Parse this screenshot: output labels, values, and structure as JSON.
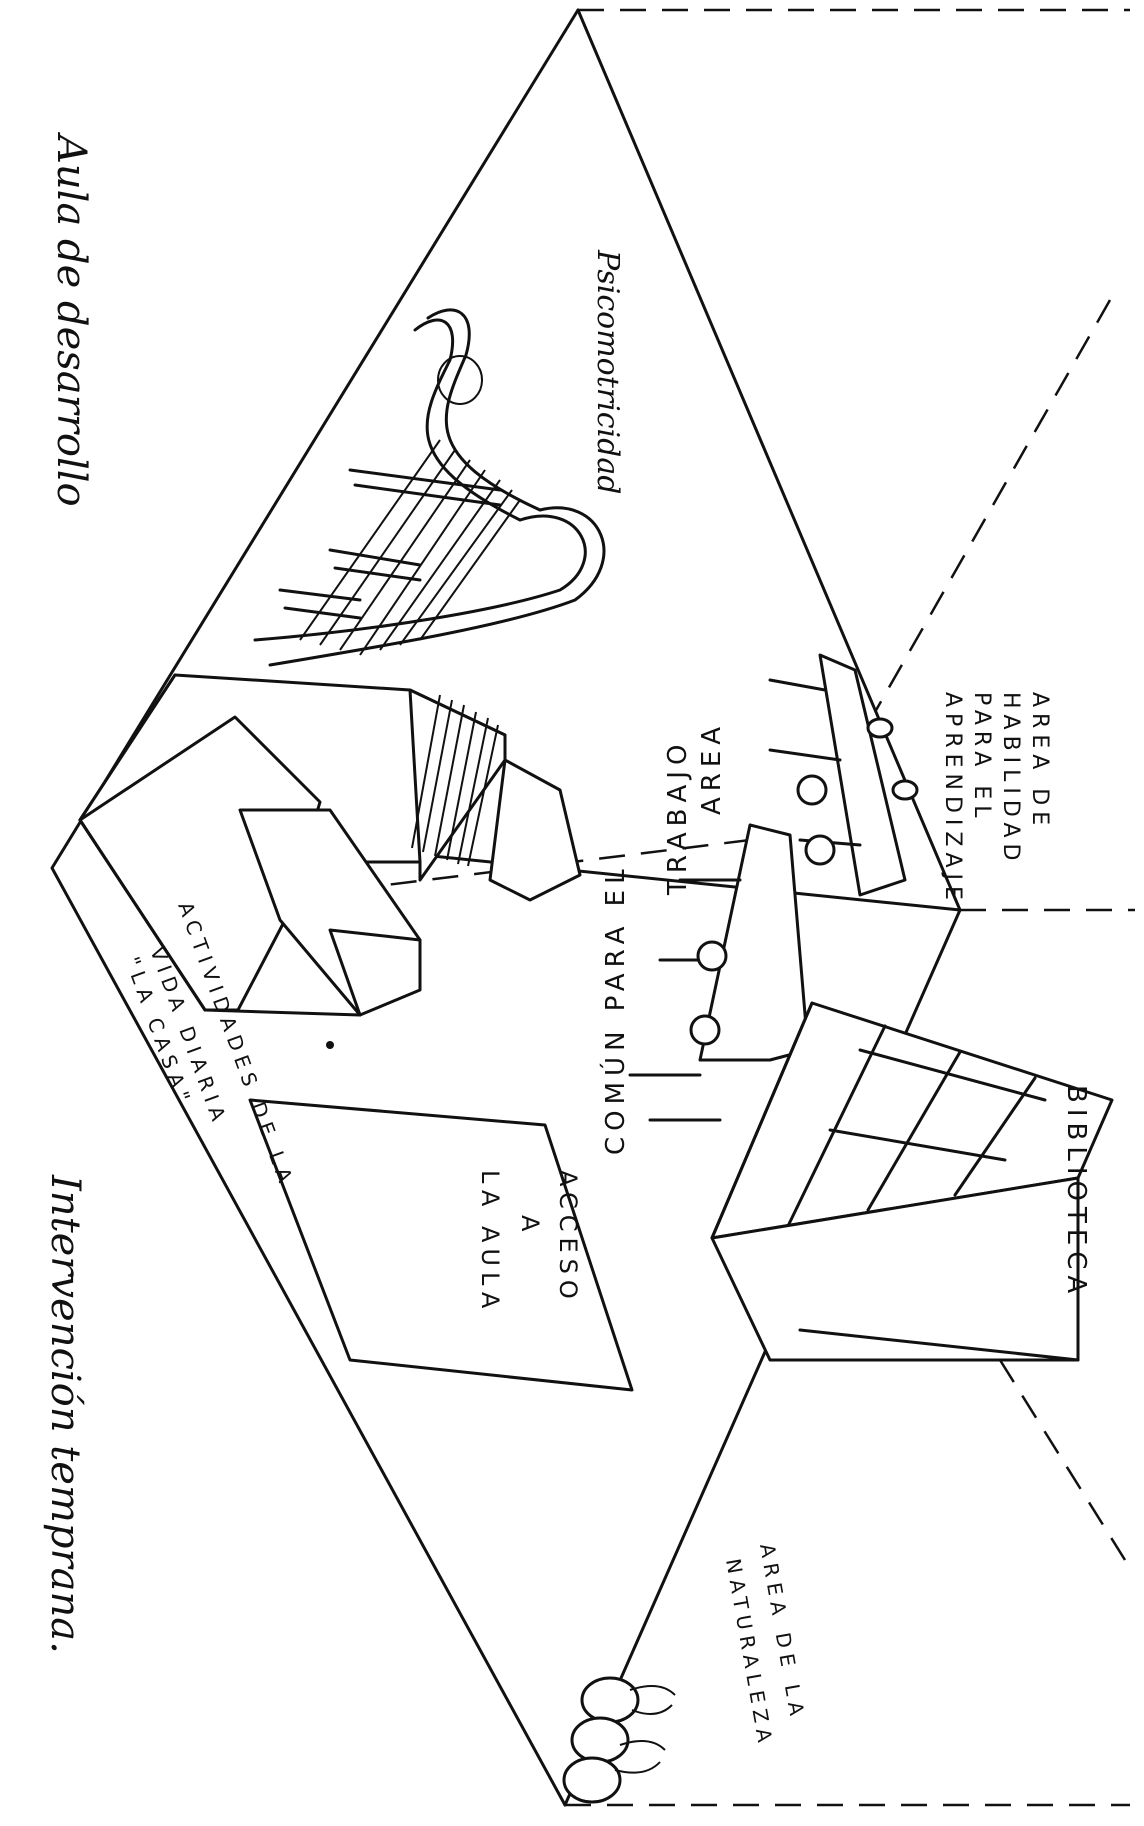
{
  "page": {
    "title_left": "Aula de desarrollo",
    "title_right": "Intervención temprana."
  },
  "labels": {
    "psicomotricidad": "Psicomotricidad",
    "area_habilidad": [
      "AREA DE",
      "HABILIDAD",
      "PARA EL",
      "APRENDIZAJE"
    ],
    "area_comun": [
      "AREA",
      "TRABAJO",
      "COMÚN PARA EL"
    ],
    "actividades": [
      "ACTIVIDADES DE LA",
      "VIDA DIARIA",
      "\"LA CASA\""
    ],
    "biblioteca": "BIBLIOTECA",
    "acceso": [
      "ACCESO",
      "A",
      "LA AULA"
    ],
    "area_naturaleza": [
      "AREA DE LA",
      "NATURALEZA"
    ]
  }
}
